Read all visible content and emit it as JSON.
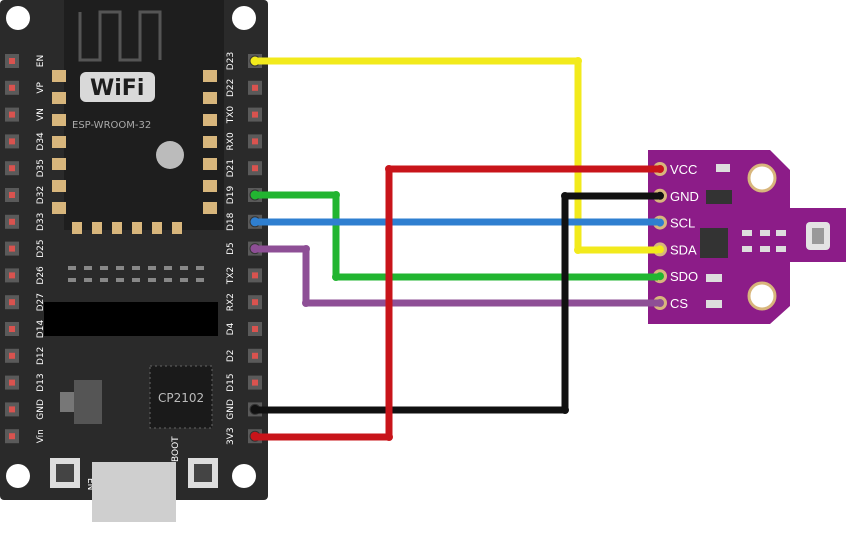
{
  "board": {
    "module_label": "ESP-WROOM-32",
    "wifi_logo": "WiFi",
    "usb_chip": "CP2102",
    "button_en": "EN",
    "button_boot": "BOOT",
    "left_pins": [
      "EN",
      "VP",
      "VN",
      "D34",
      "D35",
      "D32",
      "D33",
      "D25",
      "D26",
      "D27",
      "D14",
      "D12",
      "D13",
      "GND",
      "Vin"
    ],
    "right_pins": [
      "D23",
      "D22",
      "TX0",
      "RX0",
      "D21",
      "D19",
      "D18",
      "D5",
      "TX2",
      "RX2",
      "D4",
      "D2",
      "D15",
      "GND",
      "3V3"
    ]
  },
  "sensor": {
    "pins": [
      "VCC",
      "GND",
      "SCL",
      "SDA",
      "SDO",
      "CS"
    ]
  },
  "wires": [
    {
      "from": "D23",
      "to": "SDA",
      "color": "#f2ea1c"
    },
    {
      "from": "D19",
      "to": "SDO",
      "color": "#22b531"
    },
    {
      "from": "D18",
      "to": "SCL",
      "color": "#2f7fd0"
    },
    {
      "from": "D5",
      "to": "CS",
      "color": "#8e4f96"
    },
    {
      "from": "GND",
      "to": "GND",
      "color": "#111111"
    },
    {
      "from": "3V3",
      "to": "VCC",
      "color": "#c8141a"
    }
  ]
}
